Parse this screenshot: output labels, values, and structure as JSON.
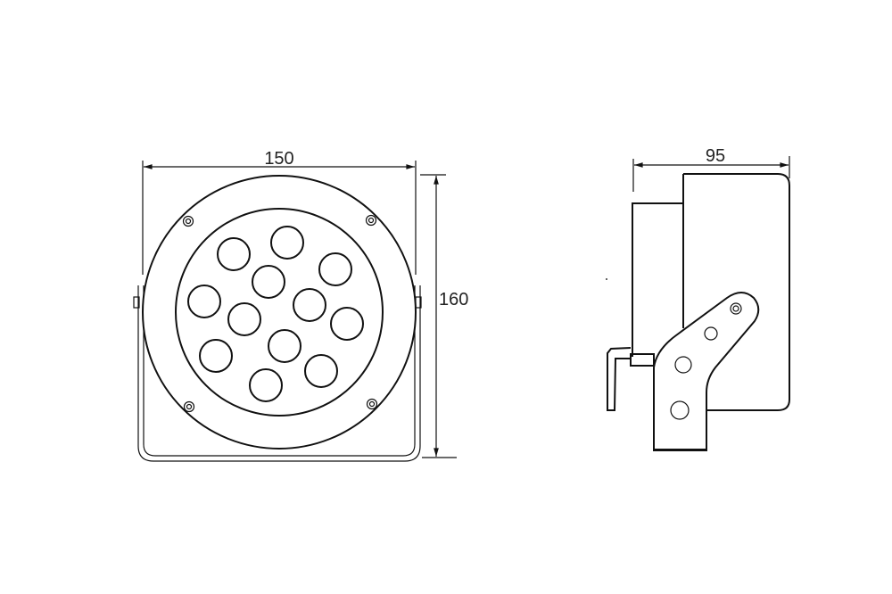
{
  "front_view": {
    "width_label": "150",
    "height_label": "160",
    "led_count": 12,
    "screw_count": 4
  },
  "side_view": {
    "depth_label": "95"
  },
  "colors": {
    "line": "#111111",
    "background": "#ffffff"
  }
}
